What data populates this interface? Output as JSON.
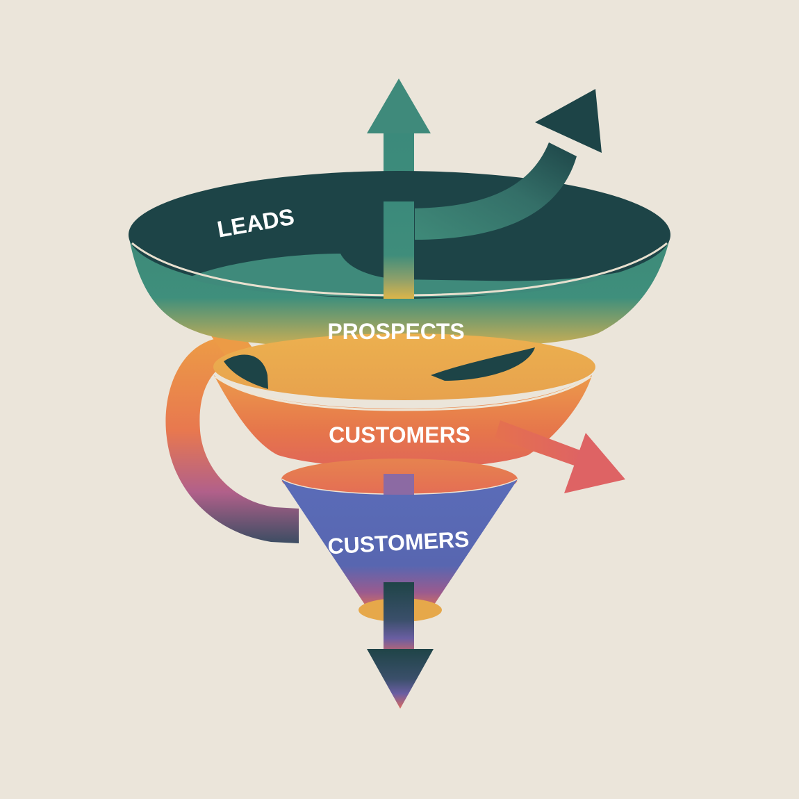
{
  "stages": [
    {
      "id": "leads",
      "label": "LEADS"
    },
    {
      "id": "prospects",
      "label": "PROSPECTS"
    },
    {
      "id": "customers-1",
      "label": "CUSTOMERS"
    },
    {
      "id": "customers-2",
      "label": "CUSTOMERS"
    }
  ],
  "colors": {
    "background": "#ebe5da",
    "dark_teal": "#1d4447",
    "teal": "#3f8a7b",
    "yellow": "#e9b24e",
    "orange": "#e7794a",
    "coral": "#de6a5e",
    "indigo": "#5868b3",
    "purple": "#7c5ba3"
  },
  "icons": [
    "arrow-up-icon",
    "arrow-curved-up-right-icon",
    "arrow-right-down-icon",
    "arrow-down-icon",
    "loop-arrow-icon"
  ]
}
